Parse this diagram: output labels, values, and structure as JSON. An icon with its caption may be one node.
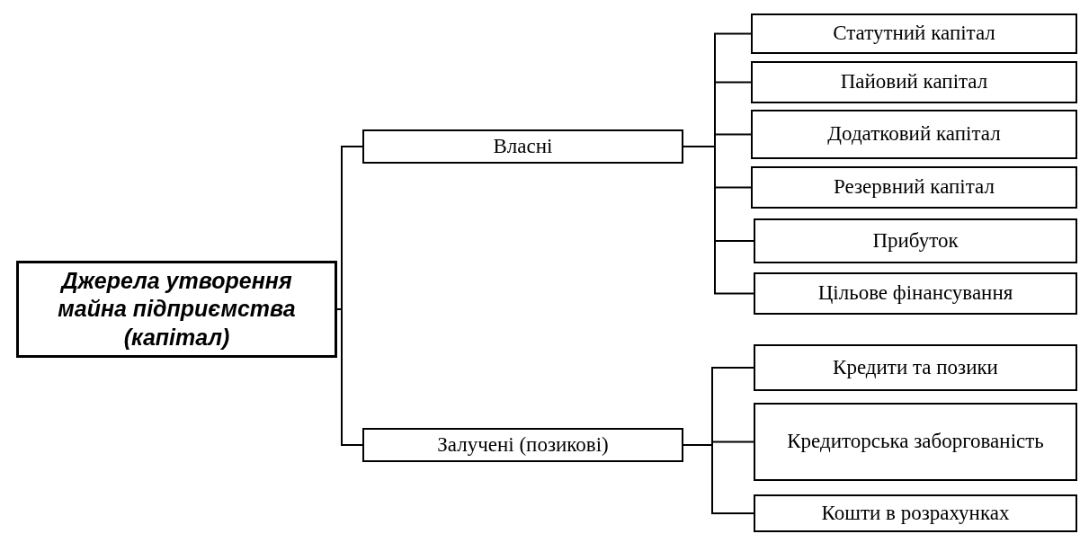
{
  "diagram": {
    "nodes": [
      {
        "text": [
          "Джерела утворення майна підприємства (капітал)"
        ]
      },
      {
        "text": [
          "Власні"
        ]
      },
      {
        "text": [
          "Залучені (позикові)"
        ]
      },
      {
        "text": [
          "Статутний капітал"
        ]
      },
      {
        "text": [
          "Пайовий капітал"
        ]
      },
      {
        "text": [
          "Додатковий капітал"
        ]
      },
      {
        "text": [
          "Резервний капітал"
        ]
      },
      {
        "text": [
          "Прибуток"
        ]
      },
      {
        "text": [
          "Цільове фінансування"
        ]
      },
      {
        "text": [
          "Кредити та позики"
        ]
      },
      {
        "text": [
          "Кредиторська заборгованість"
        ]
      },
      {
        "text": [
          "Кошти в розрахунках"
        ]
      }
    ],
    "edges": [
      {
        "from": 0,
        "to": 1,
        "arrow": "none"
      },
      {
        "from": 0,
        "to": 2,
        "arrow": "none"
      },
      {
        "from": 1,
        "to": 3,
        "arrow": "none"
      },
      {
        "from": 1,
        "to": 4,
        "arrow": "none"
      },
      {
        "from": 1,
        "to": 5,
        "arrow": "none"
      },
      {
        "from": 1,
        "to": 6,
        "arrow": "none"
      },
      {
        "from": 1,
        "to": 7,
        "arrow": "none"
      },
      {
        "from": 1,
        "to": 8,
        "arrow": "none"
      },
      {
        "from": 2,
        "to": 9,
        "arrow": "none"
      },
      {
        "from": 2,
        "to": 10,
        "arrow": "none"
      },
      {
        "from": 2,
        "to": 11,
        "arrow": "none"
      }
    ]
  }
}
